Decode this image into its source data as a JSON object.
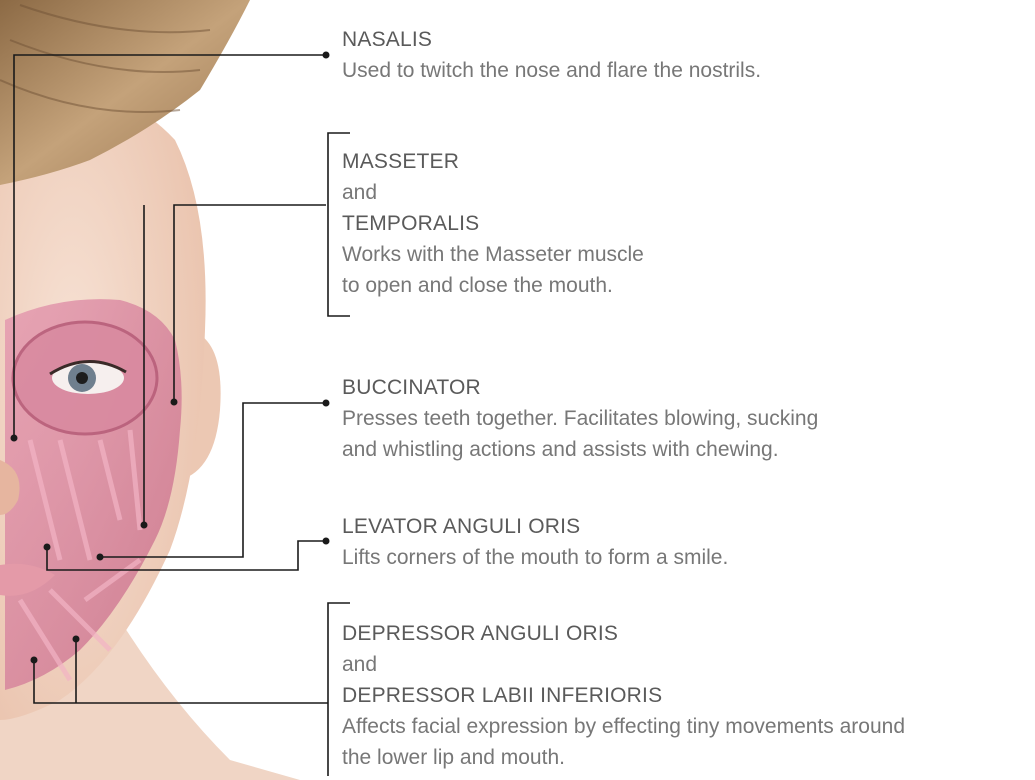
{
  "colors": {
    "skin": "#f2d6c6",
    "muscle": "#d98aa0",
    "muscle_dark": "#c76f88",
    "hair": "#b08a5e",
    "leader": "#1a1a1a",
    "title_text": "#5a5a5a",
    "desc_text": "#777777"
  },
  "illustration": {
    "icon": "face-muscle-anatomy-icon"
  },
  "muscles": {
    "nasalis": {
      "title": "NASALIS",
      "desc": "Used to twitch the nose and flare the nostrils."
    },
    "masseter_temporalis": {
      "title1": "MASSETER",
      "conj": "and",
      "title2": "TEMPORALIS",
      "desc1": "Works with the Masseter muscle",
      "desc2": "to open and close the mouth."
    },
    "buccinator": {
      "title": "BUCCINATOR",
      "desc1": "Presses teeth together. Facilitates blowing, sucking",
      "desc2": "and whistling actions and assists with chewing."
    },
    "levator": {
      "title": "LEVATOR ANGULI ORIS",
      "desc": "Lifts corners of the mouth to form a smile."
    },
    "depressors": {
      "title1": "DEPRESSOR ANGULI ORIS",
      "conj": "and",
      "title2": "DEPRESSOR LABII INFERIORIS",
      "desc1": "Affects facial expression by effecting tiny movements around",
      "desc2": "the lower lip and mouth."
    }
  }
}
